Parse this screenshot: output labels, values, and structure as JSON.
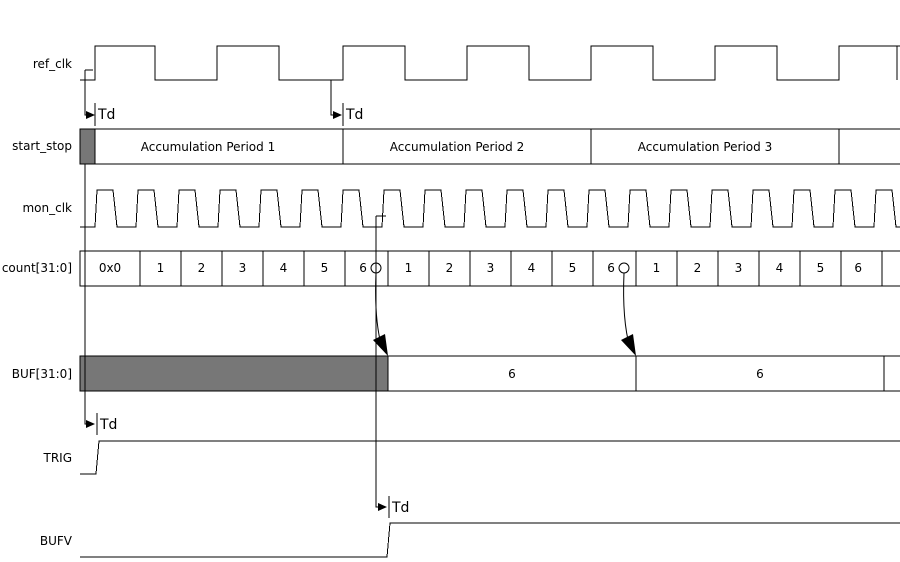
{
  "signals": {
    "ref_clk": "ref_clk",
    "start_stop": "start_stop",
    "mon_clk": "mon_clk",
    "count": "count[31:0]",
    "buf": "BUF[31:0]",
    "trig": "TRIG",
    "bufv": "BUFV"
  },
  "td_label": "Td",
  "start_stop_segments": [
    "",
    "Accumulation Period 1",
    "Accumulation Period 2",
    "Accumulation Period 3",
    ""
  ],
  "count_values": [
    "0x0",
    "1",
    "2",
    "3",
    "4",
    "5",
    "6",
    "1",
    "2",
    "3",
    "4",
    "5",
    "6",
    "1",
    "2",
    "3",
    "4",
    "5",
    "6",
    ""
  ],
  "buf_values": [
    "",
    "6",
    "6",
    ""
  ],
  "colors": {
    "line": "#000000",
    "undefined_fill": "#777777",
    "background": "#ffffff"
  }
}
